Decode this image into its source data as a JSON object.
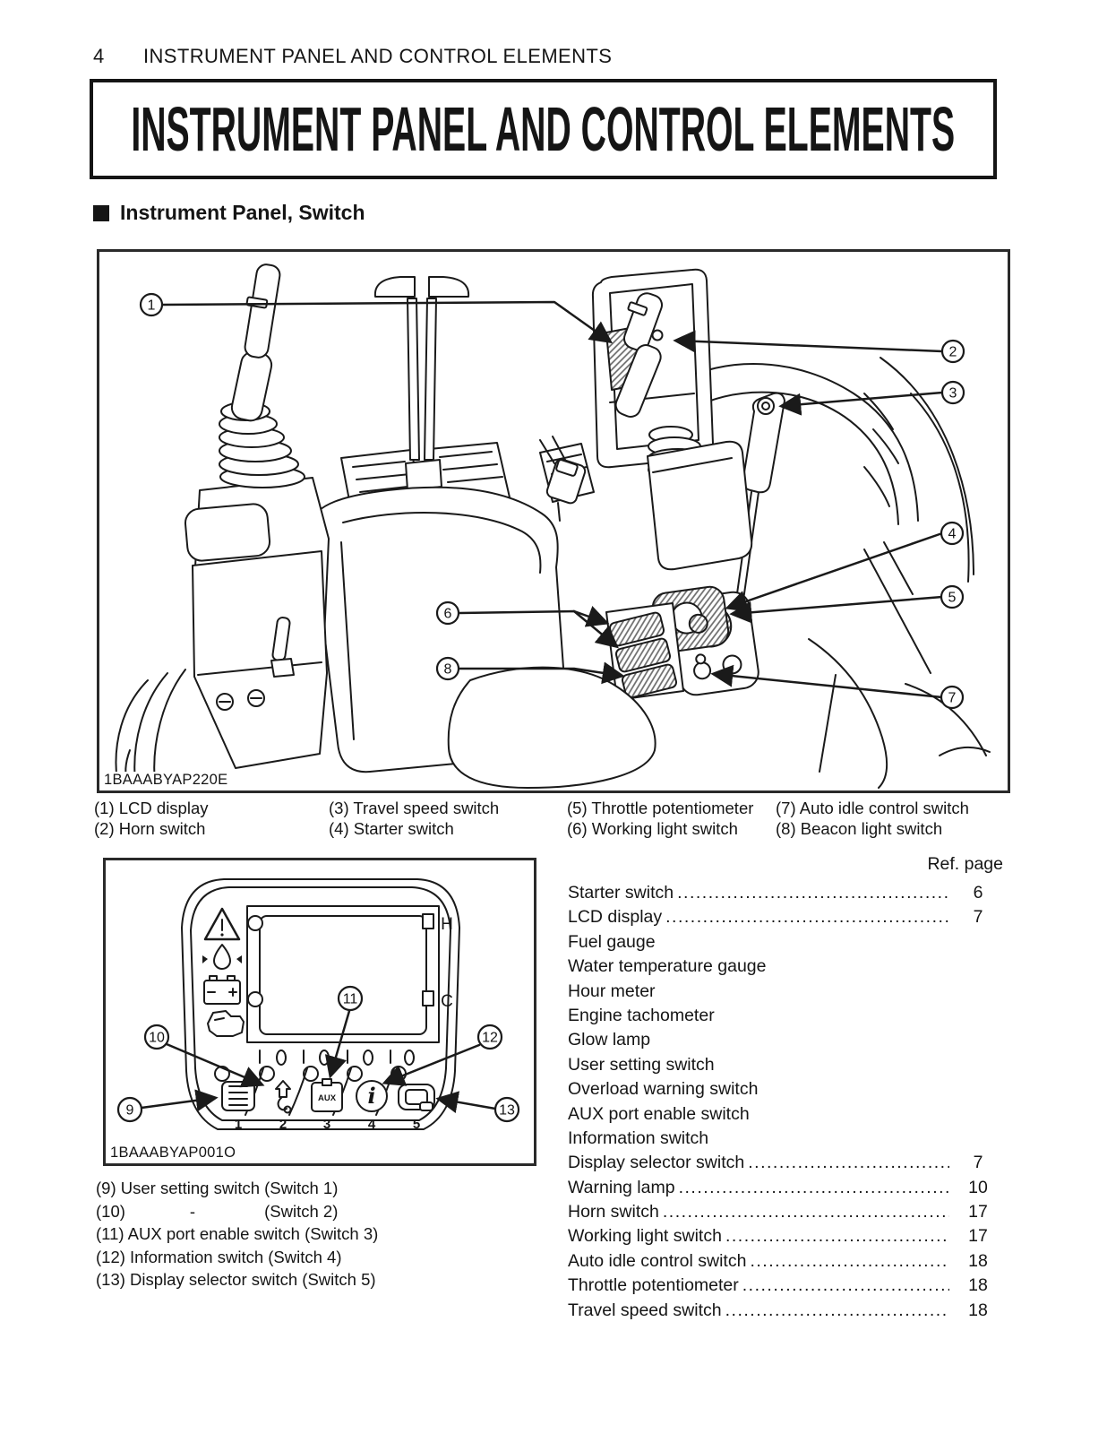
{
  "page": {
    "number": "4",
    "running_header": "INSTRUMENT PANEL AND CONTROL ELEMENTS",
    "title": "INSTRUMENT PANEL AND CONTROL ELEMENTS",
    "section_heading": "Instrument Panel, Switch"
  },
  "figure1": {
    "code": "1BAAABYAP220E",
    "callouts": [
      "1",
      "2",
      "3",
      "4",
      "5",
      "6",
      "7",
      "8"
    ],
    "captions": [
      {
        "num": "(1)",
        "label": "LCD display"
      },
      {
        "num": "(2)",
        "label": "Horn switch"
      },
      {
        "num": "(3)",
        "label": "Travel speed switch"
      },
      {
        "num": "(4)",
        "label": "Starter switch"
      },
      {
        "num": "(5)",
        "label": "Throttle potentiometer"
      },
      {
        "num": "(6)",
        "label": "Working light switch"
      },
      {
        "num": "(7)",
        "label": "Auto idle control switch"
      },
      {
        "num": "(8)",
        "label": "Beacon light switch"
      }
    ]
  },
  "figure2": {
    "code": "1BAAABYAP001O",
    "callouts": [
      "9",
      "10",
      "11",
      "12",
      "13"
    ],
    "switch_numbers": [
      "1",
      "2",
      "3",
      "4",
      "5"
    ],
    "screen_labels": {
      "hot": "H",
      "cold": "C"
    },
    "aux_label": "AUX",
    "info_glyph": "i",
    "captions": [
      {
        "num": "(9)",
        "label": "User setting switch (Switch 1)"
      },
      {
        "num": "(10)",
        "label": "             -               (Switch 2)"
      },
      {
        "num": "(11)",
        "label": "AUX port enable switch (Switch 3)"
      },
      {
        "num": "(12)",
        "label": "Information switch (Switch 4)"
      },
      {
        "num": "(13)",
        "label": "Display selector switch (Switch 5)"
      }
    ]
  },
  "ref_list": {
    "header": "Ref. page",
    "items": [
      {
        "label": "Starter switch",
        "page": "6"
      },
      {
        "label": "LCD display",
        "page": "7"
      },
      {
        "label": "Fuel gauge",
        "page": ""
      },
      {
        "label": "Water temperature gauge",
        "page": ""
      },
      {
        "label": "Hour meter",
        "page": ""
      },
      {
        "label": "Engine tachometer",
        "page": ""
      },
      {
        "label": "Glow lamp",
        "page": ""
      },
      {
        "label": "User setting switch",
        "page": ""
      },
      {
        "label": "Overload warning switch",
        "page": ""
      },
      {
        "label": "AUX port enable switch",
        "page": ""
      },
      {
        "label": "Information switch",
        "page": ""
      },
      {
        "label": "Display selector switch",
        "page": "7"
      },
      {
        "label": "Warning lamp",
        "page": "10"
      },
      {
        "label": "Horn switch",
        "page": "17"
      },
      {
        "label": "Working light switch",
        "page": "17"
      },
      {
        "label": "Auto idle control switch",
        "page": "18"
      },
      {
        "label": "Throttle potentiometer",
        "page": "18"
      },
      {
        "label": "Travel speed switch",
        "page": "18"
      }
    ]
  }
}
